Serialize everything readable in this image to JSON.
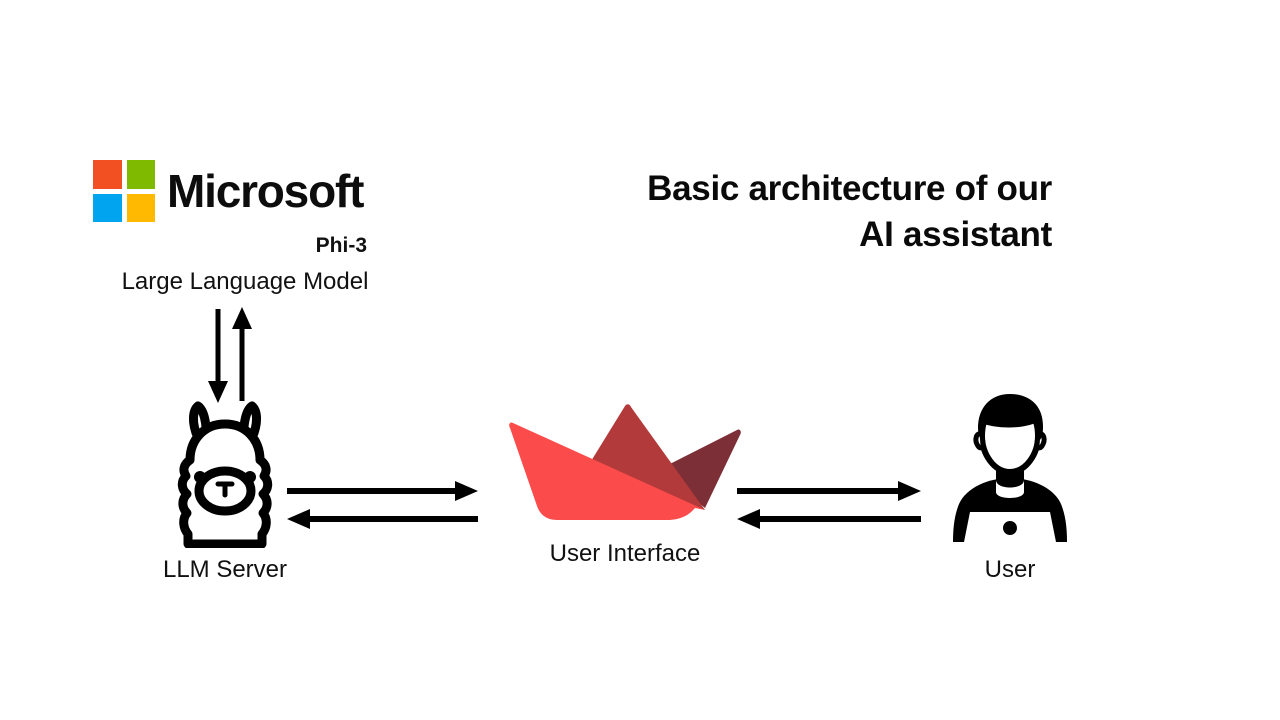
{
  "slide": {
    "background_color": "#FFFFFF",
    "title_lines": [
      "Basic architecture of our",
      "AI assistant"
    ],
    "title_full": "Basic architecture of our AI assistant"
  },
  "model_block": {
    "brand": "Microsoft",
    "model_name": "Phi-3",
    "caption": "Large Language Model",
    "logo_colors": {
      "top_left": "#F25022",
      "top_right": "#7FBA00",
      "bottom_left": "#00A4EF",
      "bottom_right": "#FFB900"
    },
    "logo_icon": "microsoft-logo-icon"
  },
  "nodes": [
    {
      "id": "llm-server",
      "label": "LLM Server",
      "icon": "llama-icon",
      "icon_color": "#000000"
    },
    {
      "id": "user-interface",
      "label": "User Interface",
      "icon": "streamlit-origami-boat-icon",
      "icon_colors": {
        "light": "#FB4B4B",
        "medium": "#B33A3A",
        "dark": "#7C2F36"
      }
    },
    {
      "id": "user",
      "label": "User",
      "icon": "user-with-laptop-icon",
      "icon_color": "#000000"
    }
  ],
  "connectors": [
    {
      "id": "llm-model-to-server",
      "orientation": "vertical",
      "from": "Large Language Model",
      "to": "LLM Server",
      "arrow_directions": [
        "down",
        "up"
      ]
    },
    {
      "id": "llm-server-to-ui",
      "orientation": "horizontal",
      "from": "LLM Server",
      "to": "User Interface",
      "arrow_directions": [
        "right",
        "left"
      ]
    },
    {
      "id": "ui-to-user",
      "orientation": "horizontal",
      "from": "User Interface",
      "to": "User",
      "arrow_directions": [
        "right",
        "left"
      ]
    }
  ],
  "colors": {
    "text": "#111111",
    "stroke": "#000000"
  }
}
